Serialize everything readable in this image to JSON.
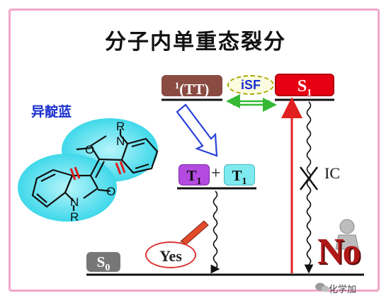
{
  "title": "分子内单重态裂分",
  "molecule_label": "异靛蓝",
  "molecule_atoms": {
    "r_top": "R",
    "n_top": "N",
    "o_top": "O",
    "r_bottom": "R",
    "n_bottom": "N",
    "o_bottom": "O"
  },
  "states": {
    "tt_sup": "1",
    "tt_main": "(TT)",
    "s1_main": "S",
    "s1_sub": "1",
    "t1_main": "T",
    "t1_sub": "1",
    "t1b_main": "T",
    "t1b_sub": "1",
    "s0_main": "S",
    "s0_sub": "0"
  },
  "labels": {
    "isf": "iSF",
    "plus": "+",
    "ic": "IC",
    "yes": "Yes",
    "no": "No",
    "watermark": "化学加"
  },
  "colors": {
    "tt": "#8a4b43",
    "s1": "#e60012",
    "t1_left": "#b44be1",
    "t1_right": "#7fe9f0",
    "s0": "#777777",
    "molecule_glow": "#5fe0ef",
    "isf_arrows": "#35b935",
    "absorption_arrow": "#e02020",
    "transfer_arrow": "#2a40d8",
    "frame": "#f3a6c8"
  },
  "icons": [
    "pencil-icon",
    "person-icon",
    "cross-mark-icon",
    "wechat-icon"
  ]
}
